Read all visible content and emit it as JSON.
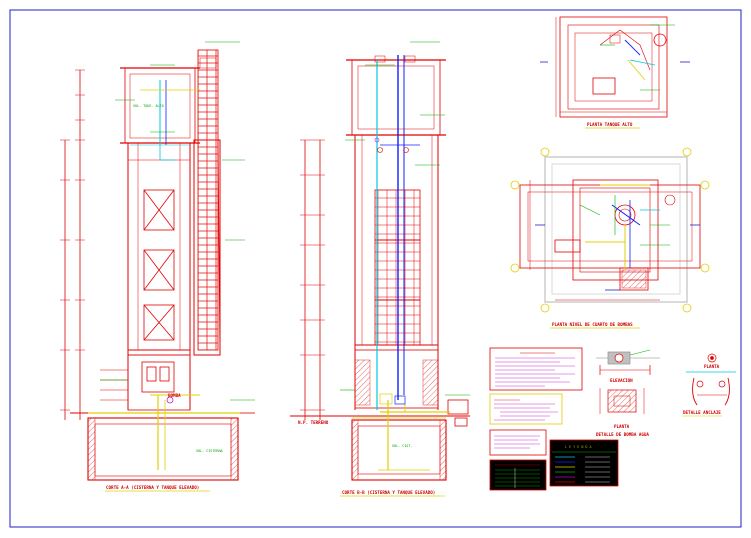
{
  "views": {
    "section_a": {
      "title": "CORTE A-A (CISTERNA Y TANQUE ELEVADO)"
    },
    "section_b": {
      "title": "CORTE B-B (CISTERNA Y TANQUE ELEVADO)"
    },
    "plan_tank": {
      "title": "PLANTA TANQUE ALTO"
    },
    "plan_pump": {
      "title": "PLANTA NIVEL DE CUARTO DE BOMBAS"
    },
    "detail_pump": {
      "elevation": "ELEVACION",
      "plan": "PLANTA",
      "title": "DETALLE DE BOMBA AGUA"
    },
    "detail_anchor": {
      "title": "DETALLE ANCLAJE",
      "plan": "PLANTA"
    },
    "legend": {
      "title": "L E Y E N D A"
    }
  },
  "labels": {
    "vol_tank": "VOL. TQUE. ALTO",
    "vol_cist_a": "VOL. CISTERNA",
    "vol_cist_b": "VOL. CIST.",
    "pump": "BOMBA",
    "nivel": "N.P. TERRENO",
    "nivel_b": "N.P. TERRENO"
  },
  "colors": {
    "line": "#e00000",
    "frame": "#2020c0",
    "blue": "#1020ff",
    "cyan": "#00c8e0",
    "yellow": "#e0d000",
    "green": "#00b000",
    "magenta": "#c000c0",
    "legend_bg": "#000000"
  }
}
